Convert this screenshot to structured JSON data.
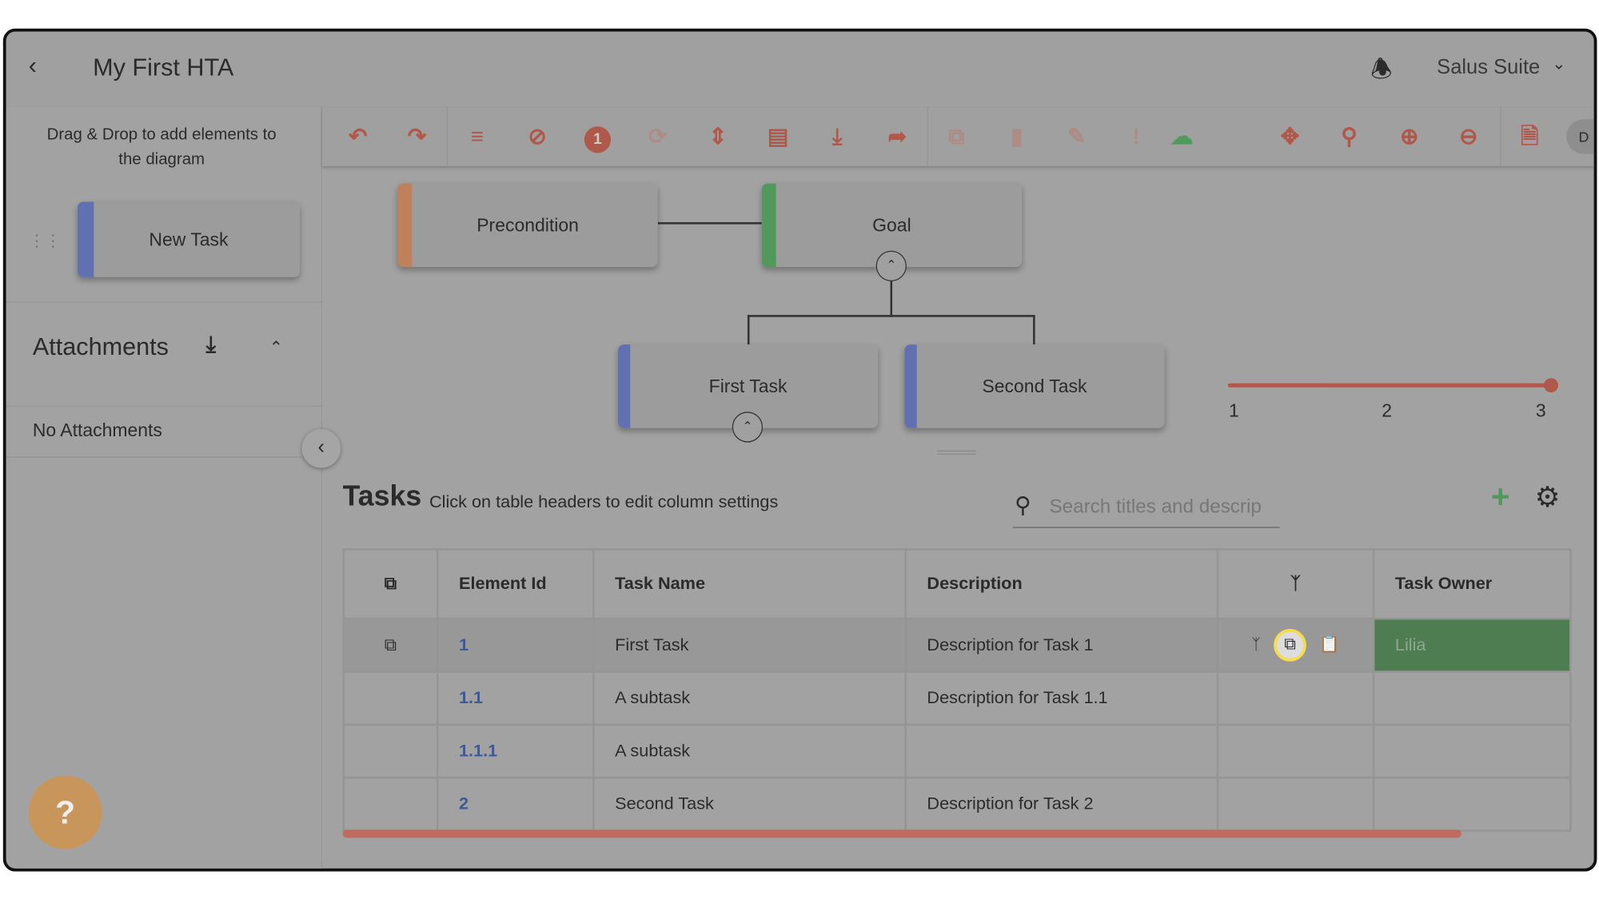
{
  "header": {
    "title": "My First HTA",
    "account": "Salus Suite"
  },
  "sidebar": {
    "hint": "Drag & Drop to add elements to the diagram",
    "new_task": "New Task",
    "attachments_title": "Attachments",
    "no_attachments": "No Attachments"
  },
  "toolbar": {
    "avatar": "D",
    "error_count": "1"
  },
  "diagram": {
    "nodes": [
      {
        "label": "Precondition",
        "color": "#c0805a"
      },
      {
        "label": "Goal",
        "color": "#4f9a5a"
      },
      {
        "label": "First Task",
        "color": "#6070b0"
      },
      {
        "label": "Second Task",
        "color": "#6070b0"
      }
    ],
    "slider": {
      "labels": [
        "1",
        "2",
        "3"
      ],
      "value": 3
    }
  },
  "tasks": {
    "title": "Tasks",
    "subtitle": "Click on table headers to edit column settings",
    "search_placeholder": "Search titles and descrip",
    "columns": [
      "Element Id",
      "Task Name",
      "Description",
      "Task Owner"
    ],
    "rows": [
      {
        "id": "1",
        "name": "First Task",
        "desc": "Description for Task 1",
        "owner": "Lilia"
      },
      {
        "id": "1.1",
        "name": "A subtask",
        "desc": "Description for Task 1.1",
        "owner": ""
      },
      {
        "id": "1.1.1",
        "name": "A subtask",
        "desc": "",
        "owner": ""
      },
      {
        "id": "2",
        "name": "Second Task",
        "desc": "Description for Task 2",
        "owner": ""
      }
    ],
    "scroll_fraction": 0.91
  },
  "colors": {
    "accent": "#b0584a",
    "green": "#4f7d52",
    "highlight": "#f5dc50"
  }
}
